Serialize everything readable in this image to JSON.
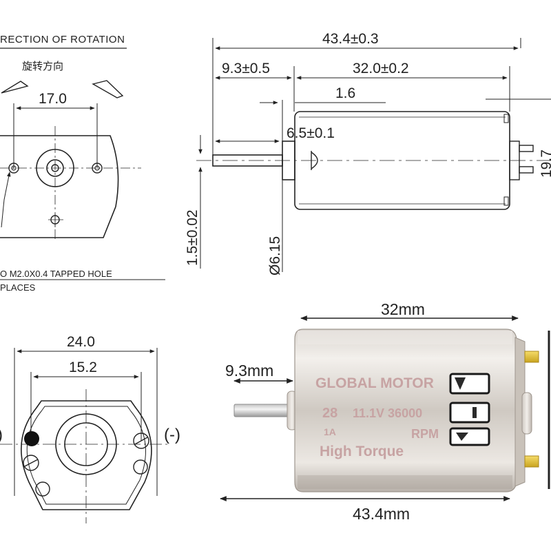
{
  "top_left": {
    "rotation_label": "RECTION OF ROTATION",
    "rotation_label_cn": "旋转方向",
    "width_dim": "17.0",
    "tapped_hole_note": "O M2.0X0.4 TAPPED HOLE",
    "places_note": "PLACES"
  },
  "top_right": {
    "overall_length": "43.4±0.3",
    "shaft_length": "9.3±0.5",
    "body_length": "32.0±0.2",
    "boss_dim": "1.6",
    "boss_length": "6.5±0.1",
    "shaft_diameter": "1.5±0.02",
    "boss_diameter": "Ø6.15",
    "height_partial": "19.7"
  },
  "bottom_left": {
    "width_dim": "24.0",
    "hole_spacing": "15.2",
    "positive_partial": ")",
    "negative_label": "(-)"
  },
  "bottom_right": {
    "body_length": "32mm",
    "shaft_length": "9.3mm",
    "overall_length": "43.4mm",
    "brand": "GLOBAL MOTOR",
    "model": "28",
    "spec": "11.1V 36000",
    "unit_a": "1A",
    "unit_b": "RPM",
    "tagline": "High Torque"
  }
}
